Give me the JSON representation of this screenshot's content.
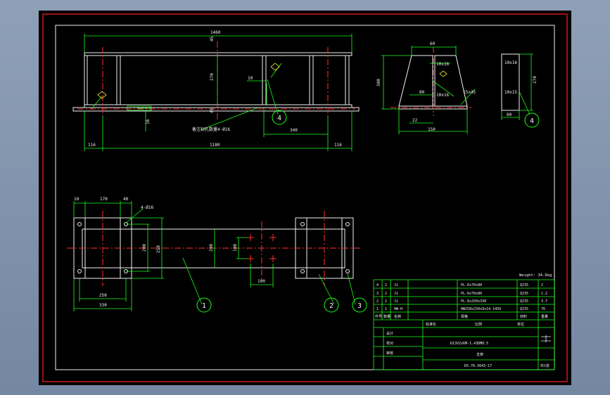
{
  "colors": {
    "frame": "#ff2020",
    "white": "#f2f2f2",
    "green": "#19ff19",
    "red": "#ff3030",
    "cyan": "#40e0ff",
    "yellow": "#ffff40"
  },
  "front": {
    "overall": "1460",
    "left_offset": "116",
    "middle": "1180",
    "right_offset": "116",
    "height": "270",
    "bar": "45",
    "hole_dim": "16",
    "spacing": "340",
    "small": "10",
    "note": "备注钻孔数量4-Ø16"
  },
  "side": {
    "top": "60",
    "height": "300",
    "mid": "80",
    "bottom": "150",
    "sub": "22",
    "w1": "10x16",
    "w2": "10x16",
    "chamfer": "15x45"
  },
  "plate": {
    "w1": "10x16",
    "w2": "10x15",
    "height": "270",
    "bottom": "60"
  },
  "plan": {
    "d10": "10",
    "d170": "170",
    "d40": "40",
    "holes": "4-Ø16",
    "h200": "200",
    "h250": "250",
    "h290": "290",
    "h100": "100",
    "w100": "100",
    "w250": "250",
    "w330": "330"
  },
  "balloons": {
    "b1": "1",
    "b2": "2",
    "b3": "3",
    "b4a": "4",
    "b4b": "4"
  },
  "title_block": {
    "weight": "Weight: 34.6kg",
    "rows": [
      [
        "4",
        "2",
        "Ji",
        "PL-6x70x80",
        "Q235",
        "2"
      ],
      [
        "3",
        "2",
        "Ji",
        "PL-6x70x80",
        "Q235",
        "1.2"
      ],
      [
        "2",
        "2",
        "Ji",
        "PL-6x250x330",
        "Q235",
        "3.7"
      ],
      [
        "1",
        "1",
        "HW-H",
        "HW250x250x9x14-1450",
        "Q235",
        "76"
      ]
    ],
    "header": [
      "件号",
      "数量",
      "名称",
      "规格",
      "材料",
      "重量"
    ],
    "designer": "设计",
    "checker": "校对",
    "approve": "审核",
    "standard": "标准化",
    "scale": "比例",
    "unit": "单位",
    "project": "D13V2x6M-1.43DM0.5",
    "name": "支架",
    "drawing_no": "D5.76-3643-17",
    "sheet": "共1张"
  }
}
